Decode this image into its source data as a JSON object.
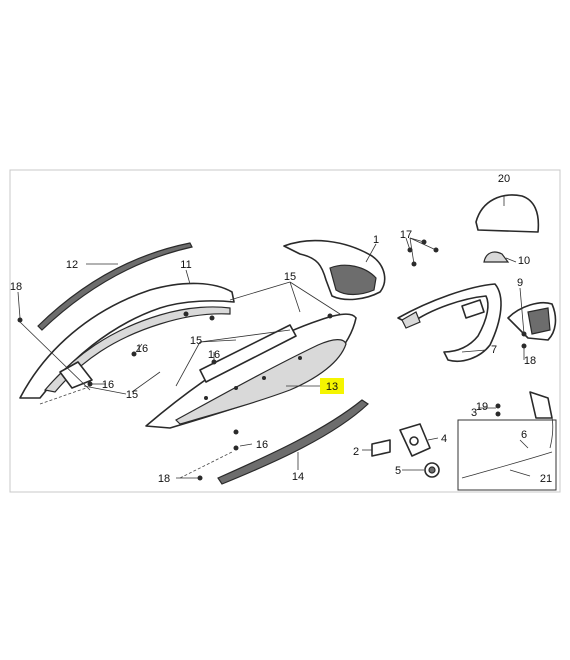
{
  "parts": {
    "p1": "1",
    "p2": "2",
    "p3": "3",
    "p4": "4",
    "p5": "5",
    "p6": "6",
    "p7": "7",
    "p9": "9",
    "p10": "10",
    "p11": "11",
    "p12": "12",
    "p13": "13",
    "p14": "14",
    "p15": "15",
    "p16": "16",
    "p17": "17",
    "p18": "18",
    "p19": "19",
    "p20": "20",
    "p21": "21"
  },
  "highlight": {
    "part": "13",
    "color": "#f5f500"
  }
}
